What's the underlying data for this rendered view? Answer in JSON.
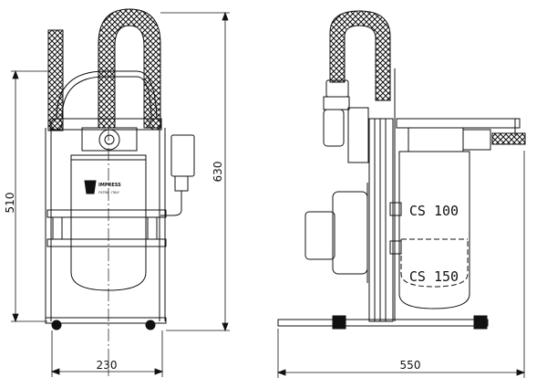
{
  "dimensions": {
    "overall_height": "630",
    "frame_height": "510",
    "front_width": "230",
    "side_width": "550"
  },
  "labels": {
    "capacity_upper": "CS 100",
    "capacity_lower": "CS 150",
    "brand_name": "IMPRESS",
    "brand_subline": "FILTRA · ITALY"
  },
  "views": [
    "front-view",
    "side-view"
  ],
  "colors": {
    "line": "#111111",
    "background": "#ffffff"
  }
}
